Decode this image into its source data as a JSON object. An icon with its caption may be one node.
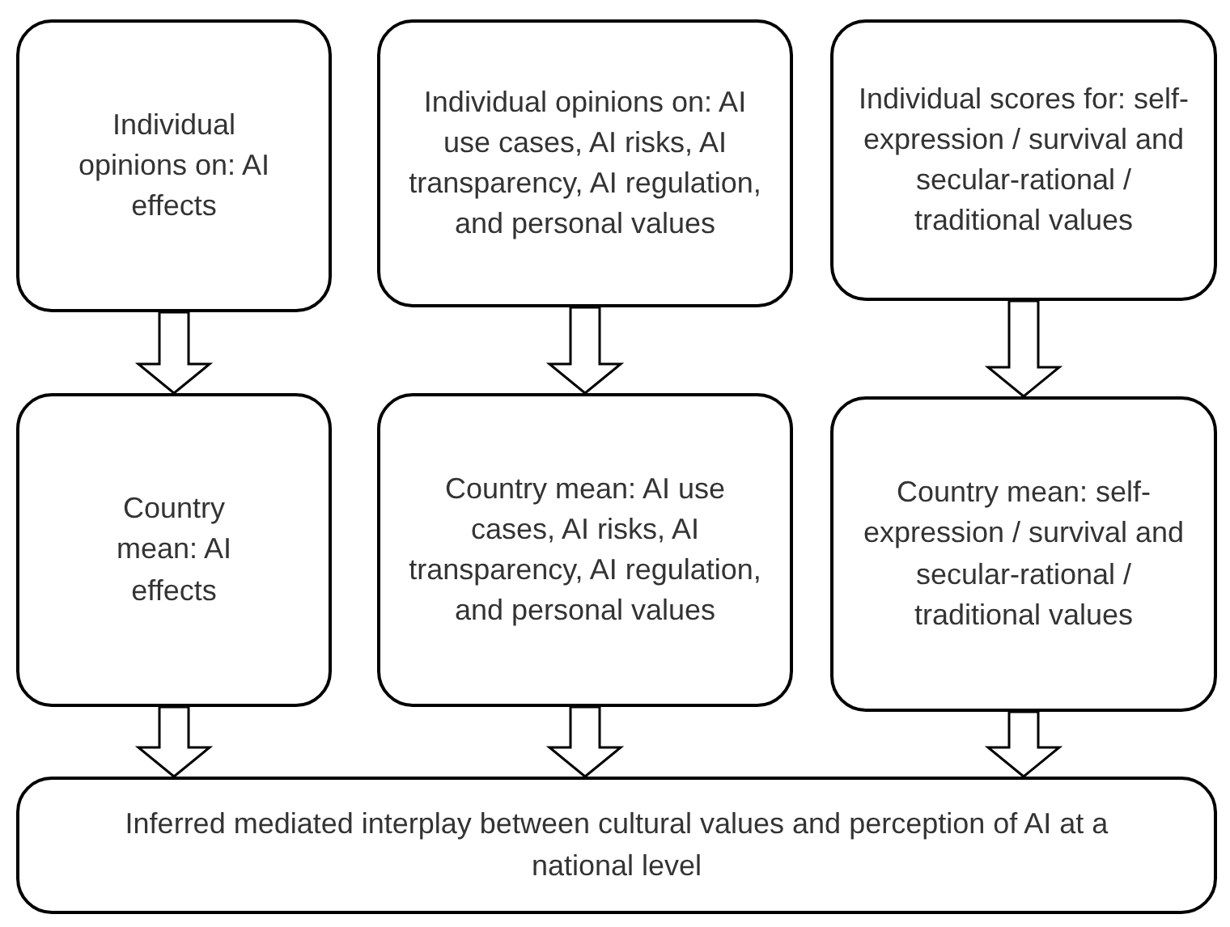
{
  "diagram": {
    "nodes": [
      {
        "text": [
          "Individual opinions on: AI effects"
        ]
      },
      {
        "text": [
          "Individual opinions on: AI use cases, AI risks, AI transparency, AI regulation, and personal values"
        ]
      },
      {
        "text": [
          "Individual scores for: self-expression / survival and secular-rational / traditional values"
        ]
      },
      {
        "text": [
          "Country mean: AI effects"
        ]
      },
      {
        "text": [
          "Country mean: AI use cases, AI risks, AI transparency, AI regulation, and personal values"
        ]
      },
      {
        "text": [
          "Country mean: self-expression / survival and secular-rational / traditional values"
        ]
      },
      {
        "text": [
          "Inferred mediated interplay between cultural values and perception of AI at a national level"
        ]
      }
    ],
    "edges": [
      {
        "from": 0,
        "to": 3,
        "arrow": "to"
      },
      {
        "from": 1,
        "to": 4,
        "arrow": "to"
      },
      {
        "from": 2,
        "to": 5,
        "arrow": "to"
      },
      {
        "from": 3,
        "to": 6,
        "arrow": "to"
      },
      {
        "from": 4,
        "to": 6,
        "arrow": "to"
      },
      {
        "from": 5,
        "to": 6,
        "arrow": "to"
      }
    ]
  }
}
